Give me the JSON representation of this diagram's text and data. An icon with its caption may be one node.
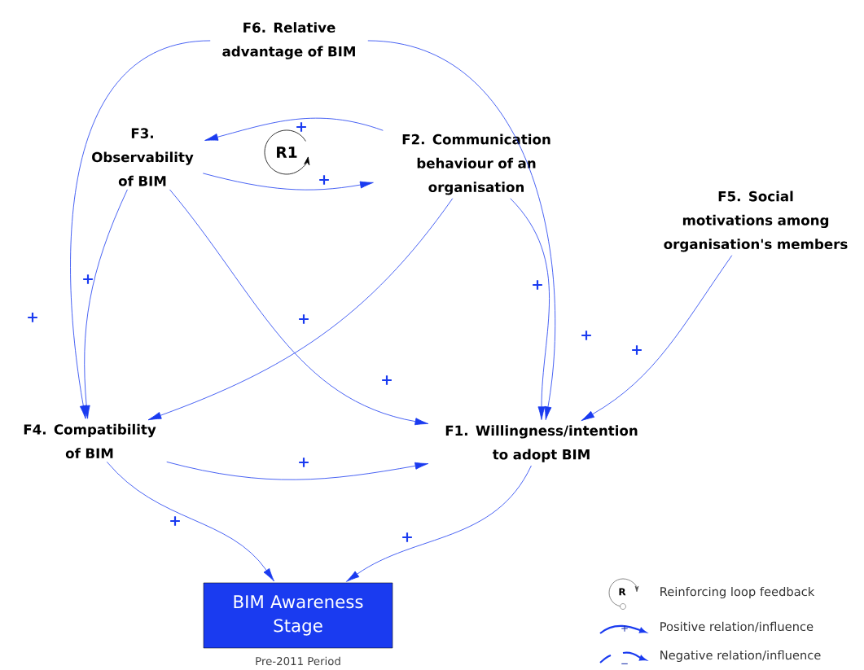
{
  "diagram": {
    "nodes": [
      {
        "text": [
          "F6. Relative advantage of BIM"
        ]
      },
      {
        "text": [
          "F3. Observability of BIM"
        ]
      },
      {
        "text": [
          "F2. Communication behaviour of an organisation"
        ]
      },
      {
        "text": [
          "F5. Social motivations among organisation's members"
        ]
      },
      {
        "text": [
          "F4. Compatibility of BIM"
        ]
      },
      {
        "text": [
          "F1. Willingness/intention to adopt BIM"
        ]
      },
      {
        "text": [
          "BIM Awareness Stage"
        ],
        "beside": [
          "Pre-2011 Period"
        ]
      }
    ],
    "edges": [
      {
        "from": 2,
        "to": 1,
        "arrow": "to",
        "label": "+"
      },
      {
        "from": 1,
        "to": 2,
        "arrow": "to",
        "label": "+"
      },
      {
        "from": 0,
        "to": 4,
        "arrow": "to",
        "label": "+"
      },
      {
        "from": 0,
        "to": 5,
        "arrow": "to",
        "label": "+"
      },
      {
        "from": 1,
        "to": 4,
        "arrow": "to",
        "label": "+"
      },
      {
        "from": 1,
        "to": 5,
        "arrow": "to",
        "label": "+"
      },
      {
        "from": 2,
        "to": 4,
        "arrow": "to",
        "label": "+"
      },
      {
        "from": 2,
        "to": 5,
        "arrow": "to",
        "label": "+"
      },
      {
        "from": 3,
        "to": 5,
        "arrow": "to",
        "label": "+"
      },
      {
        "from": 4,
        "to": 5,
        "arrow": "to",
        "label": "+"
      },
      {
        "from": 4,
        "to": 6,
        "arrow": "to",
        "label": "+"
      },
      {
        "from": 5,
        "to": 6,
        "arrow": "to",
        "label": "+"
      }
    ],
    "labels": [
      "R1",
      "R",
      "+",
      "−"
    ],
    "legend": [
      {
        "text": "Reinforcing loop feedback"
      },
      {
        "text": "Positive relation/influence"
      },
      {
        "text": "Negative relation/influence"
      }
    ]
  }
}
